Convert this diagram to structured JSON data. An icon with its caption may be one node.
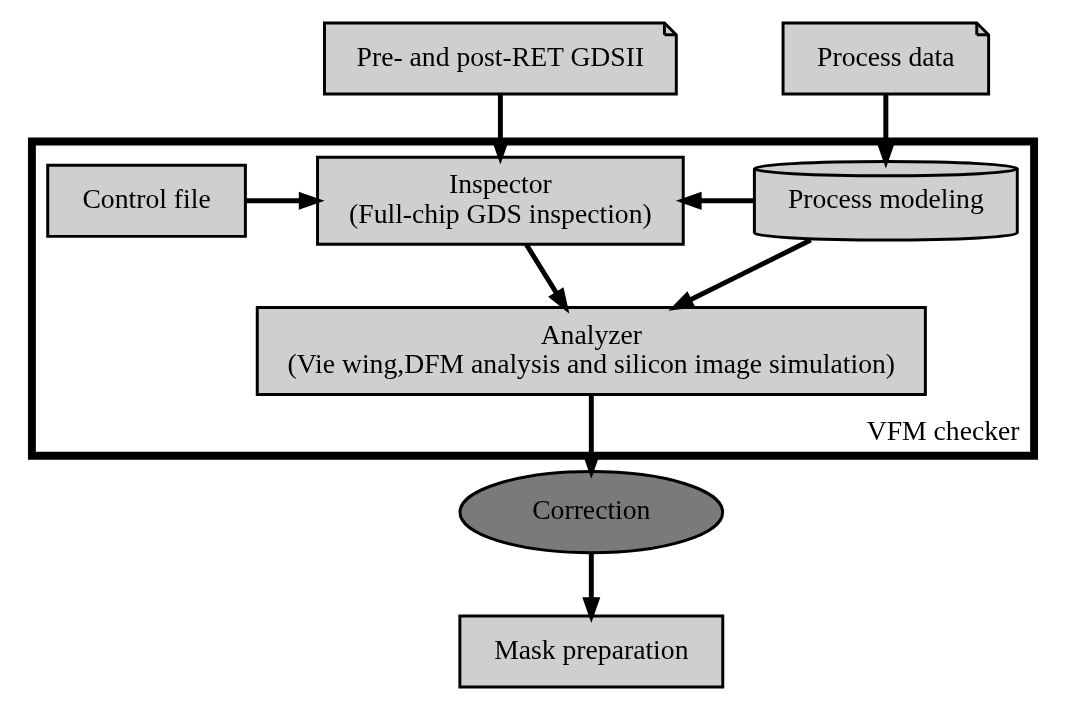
{
  "diagram": {
    "nodes": [
      {
        "text": [
          "Pre- and post-RET GDSII"
        ]
      },
      {
        "text": [
          "Process data"
        ]
      },
      {
        "text": [
          "VFM checker"
        ]
      },
      {
        "text": [
          "Control file"
        ],
        "in": 2
      },
      {
        "text": [
          "Inspector",
          "(Full-chip GDS inspection)"
        ],
        "in": 2
      },
      {
        "text": [
          "Process modeling"
        ],
        "in": 2
      },
      {
        "text": [
          "Analyzer",
          "(Vie wing,DFM analysis and silicon image simulation)"
        ],
        "in": 2
      },
      {
        "text": [
          "Correction"
        ]
      },
      {
        "text": [
          "Mask preparation"
        ]
      }
    ],
    "edges": [
      {
        "from": 0,
        "to": 4,
        "arrow": "to"
      },
      {
        "from": 1,
        "to": 5,
        "arrow": "to"
      },
      {
        "from": 3,
        "to": 4,
        "arrow": "to"
      },
      {
        "from": 5,
        "to": 4,
        "arrow": "to"
      },
      {
        "from": 4,
        "to": 6,
        "arrow": "to"
      },
      {
        "from": 5,
        "to": 6,
        "arrow": "to"
      },
      {
        "from": 6,
        "to": 7,
        "arrow": "to"
      },
      {
        "from": 7,
        "to": 8,
        "arrow": "to"
      }
    ]
  }
}
